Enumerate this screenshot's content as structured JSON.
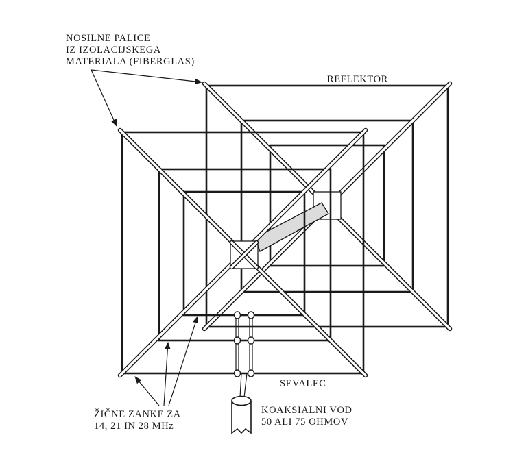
{
  "labels": {
    "support_rods": [
      "NOSILNE PALICE",
      "IZ IZOLACIJSKEGA",
      "MATERIALA (FIBERGLAS)"
    ],
    "reflector": "REFLEKTOR",
    "radiator": "SEVALEC",
    "wire_loops": [
      "ŽIČNE ZANKE ZA",
      "14, 21 IN 28 MHz"
    ],
    "coax": [
      "KOAKSIALNI VOD",
      "50 ALI 75 OHMOV"
    ]
  },
  "colors": {
    "ink": "#1a1a1a",
    "boom_fill": "#dcdcdc",
    "background": "#ffffff"
  }
}
